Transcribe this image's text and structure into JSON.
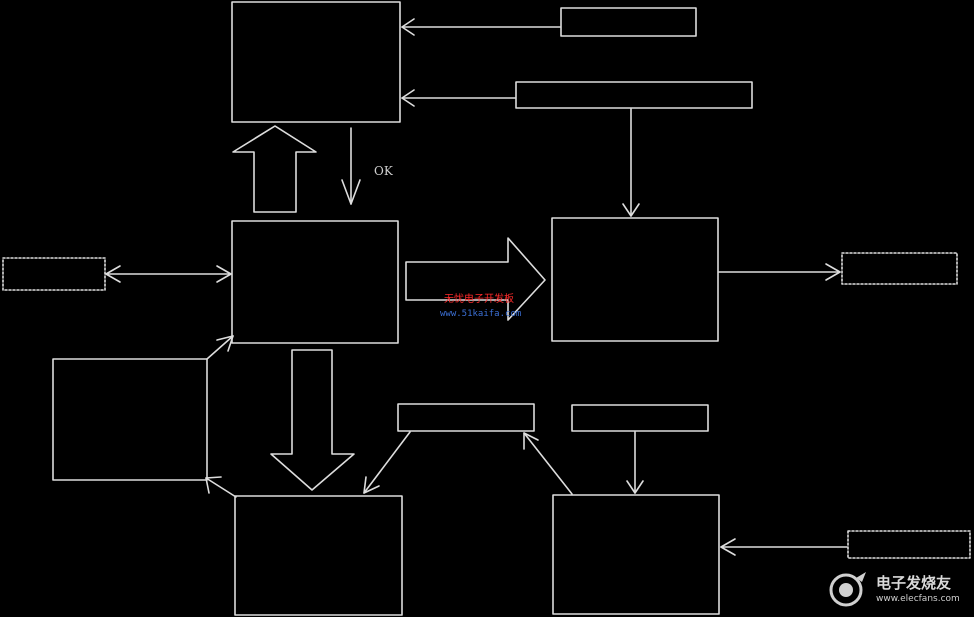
{
  "diagram": {
    "labels": {
      "ok": "OK",
      "watermark_cn": "无忧电子开发板",
      "watermark_url": "www.51kaifa.com"
    },
    "logo": {
      "name_cn": "电子发烧友",
      "url": "www.elecfans.com",
      "icon": "elecfans-logo-icon"
    },
    "colors": {
      "background": "#000000",
      "stroke": "#dddddd",
      "watermark_cn": "#ff2a2a",
      "watermark_url": "#3b6fd4"
    }
  }
}
